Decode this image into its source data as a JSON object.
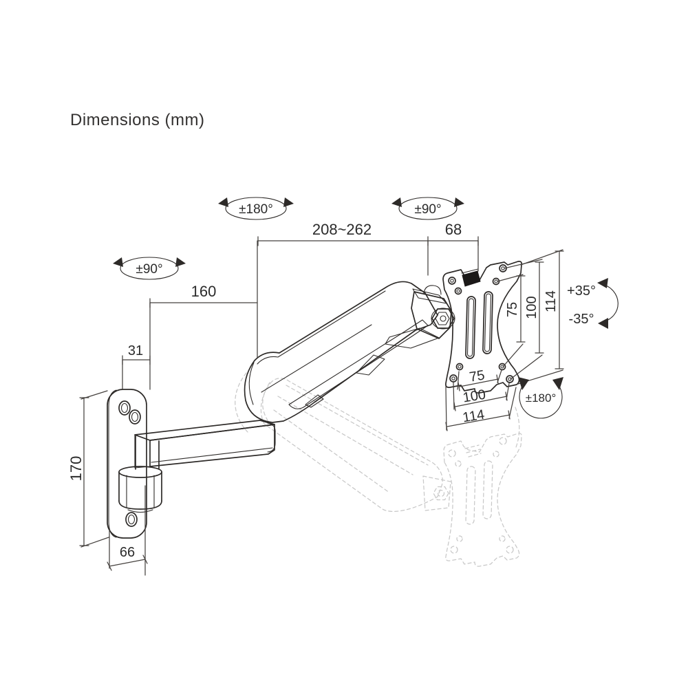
{
  "title": "Dimensions (mm)",
  "rotations": {
    "arm_swivel": "±180°",
    "head_swivel": "±90°",
    "wall_swivel": "±90°",
    "screen_rotation": "±180°",
    "tilt_up": "+35°",
    "tilt_down": "-35°"
  },
  "dimensions": {
    "extension_range": "208~262",
    "head_offset": "68",
    "front_arm_length": "160",
    "wall_plate_offset": "31",
    "wall_plate_height": "170",
    "wall_plate_width": "66",
    "vesa_side": [
      "75",
      "100",
      "114"
    ],
    "vesa_bottom": [
      "75",
      "100",
      "114"
    ]
  },
  "colors": {
    "line": "#2d2a28",
    "dimension": "#45413e",
    "ghost": "#c8c8c8",
    "background": "#ffffff"
  }
}
